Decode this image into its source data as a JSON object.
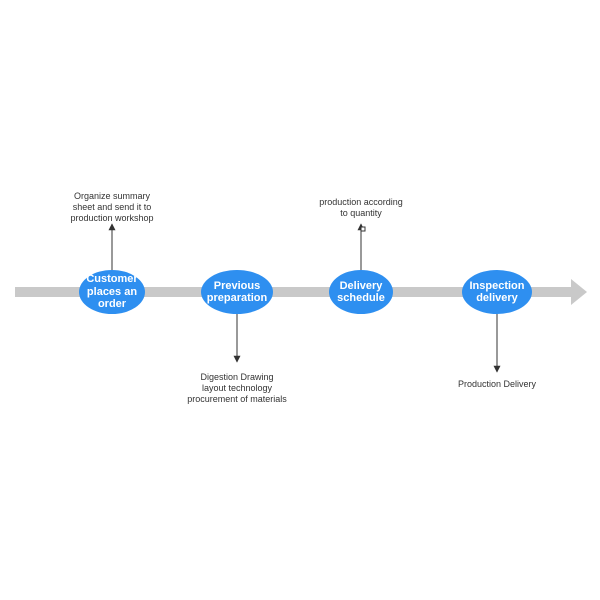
{
  "colors": {
    "node_fill": "#2e8ff0",
    "node_text": "#ffffff",
    "timeline": "#c9c9c9",
    "connector": "#333333",
    "note_text": "#333333"
  },
  "nodes": [
    {
      "label": "Customer\nplaces an\norder"
    },
    {
      "label": "Previous\npreparation"
    },
    {
      "label": "Delivery\nschedule"
    },
    {
      "label": "Inspection\ndelivery"
    }
  ],
  "notes": [
    {
      "text": "Organize summary\nsheet and send it to\nproduction workshop"
    },
    {
      "text": "Digestion Drawing\nlayout technology\nprocurement of materials"
    },
    {
      "text": "production according\nto quantity"
    },
    {
      "text": "Production Delivery"
    }
  ]
}
